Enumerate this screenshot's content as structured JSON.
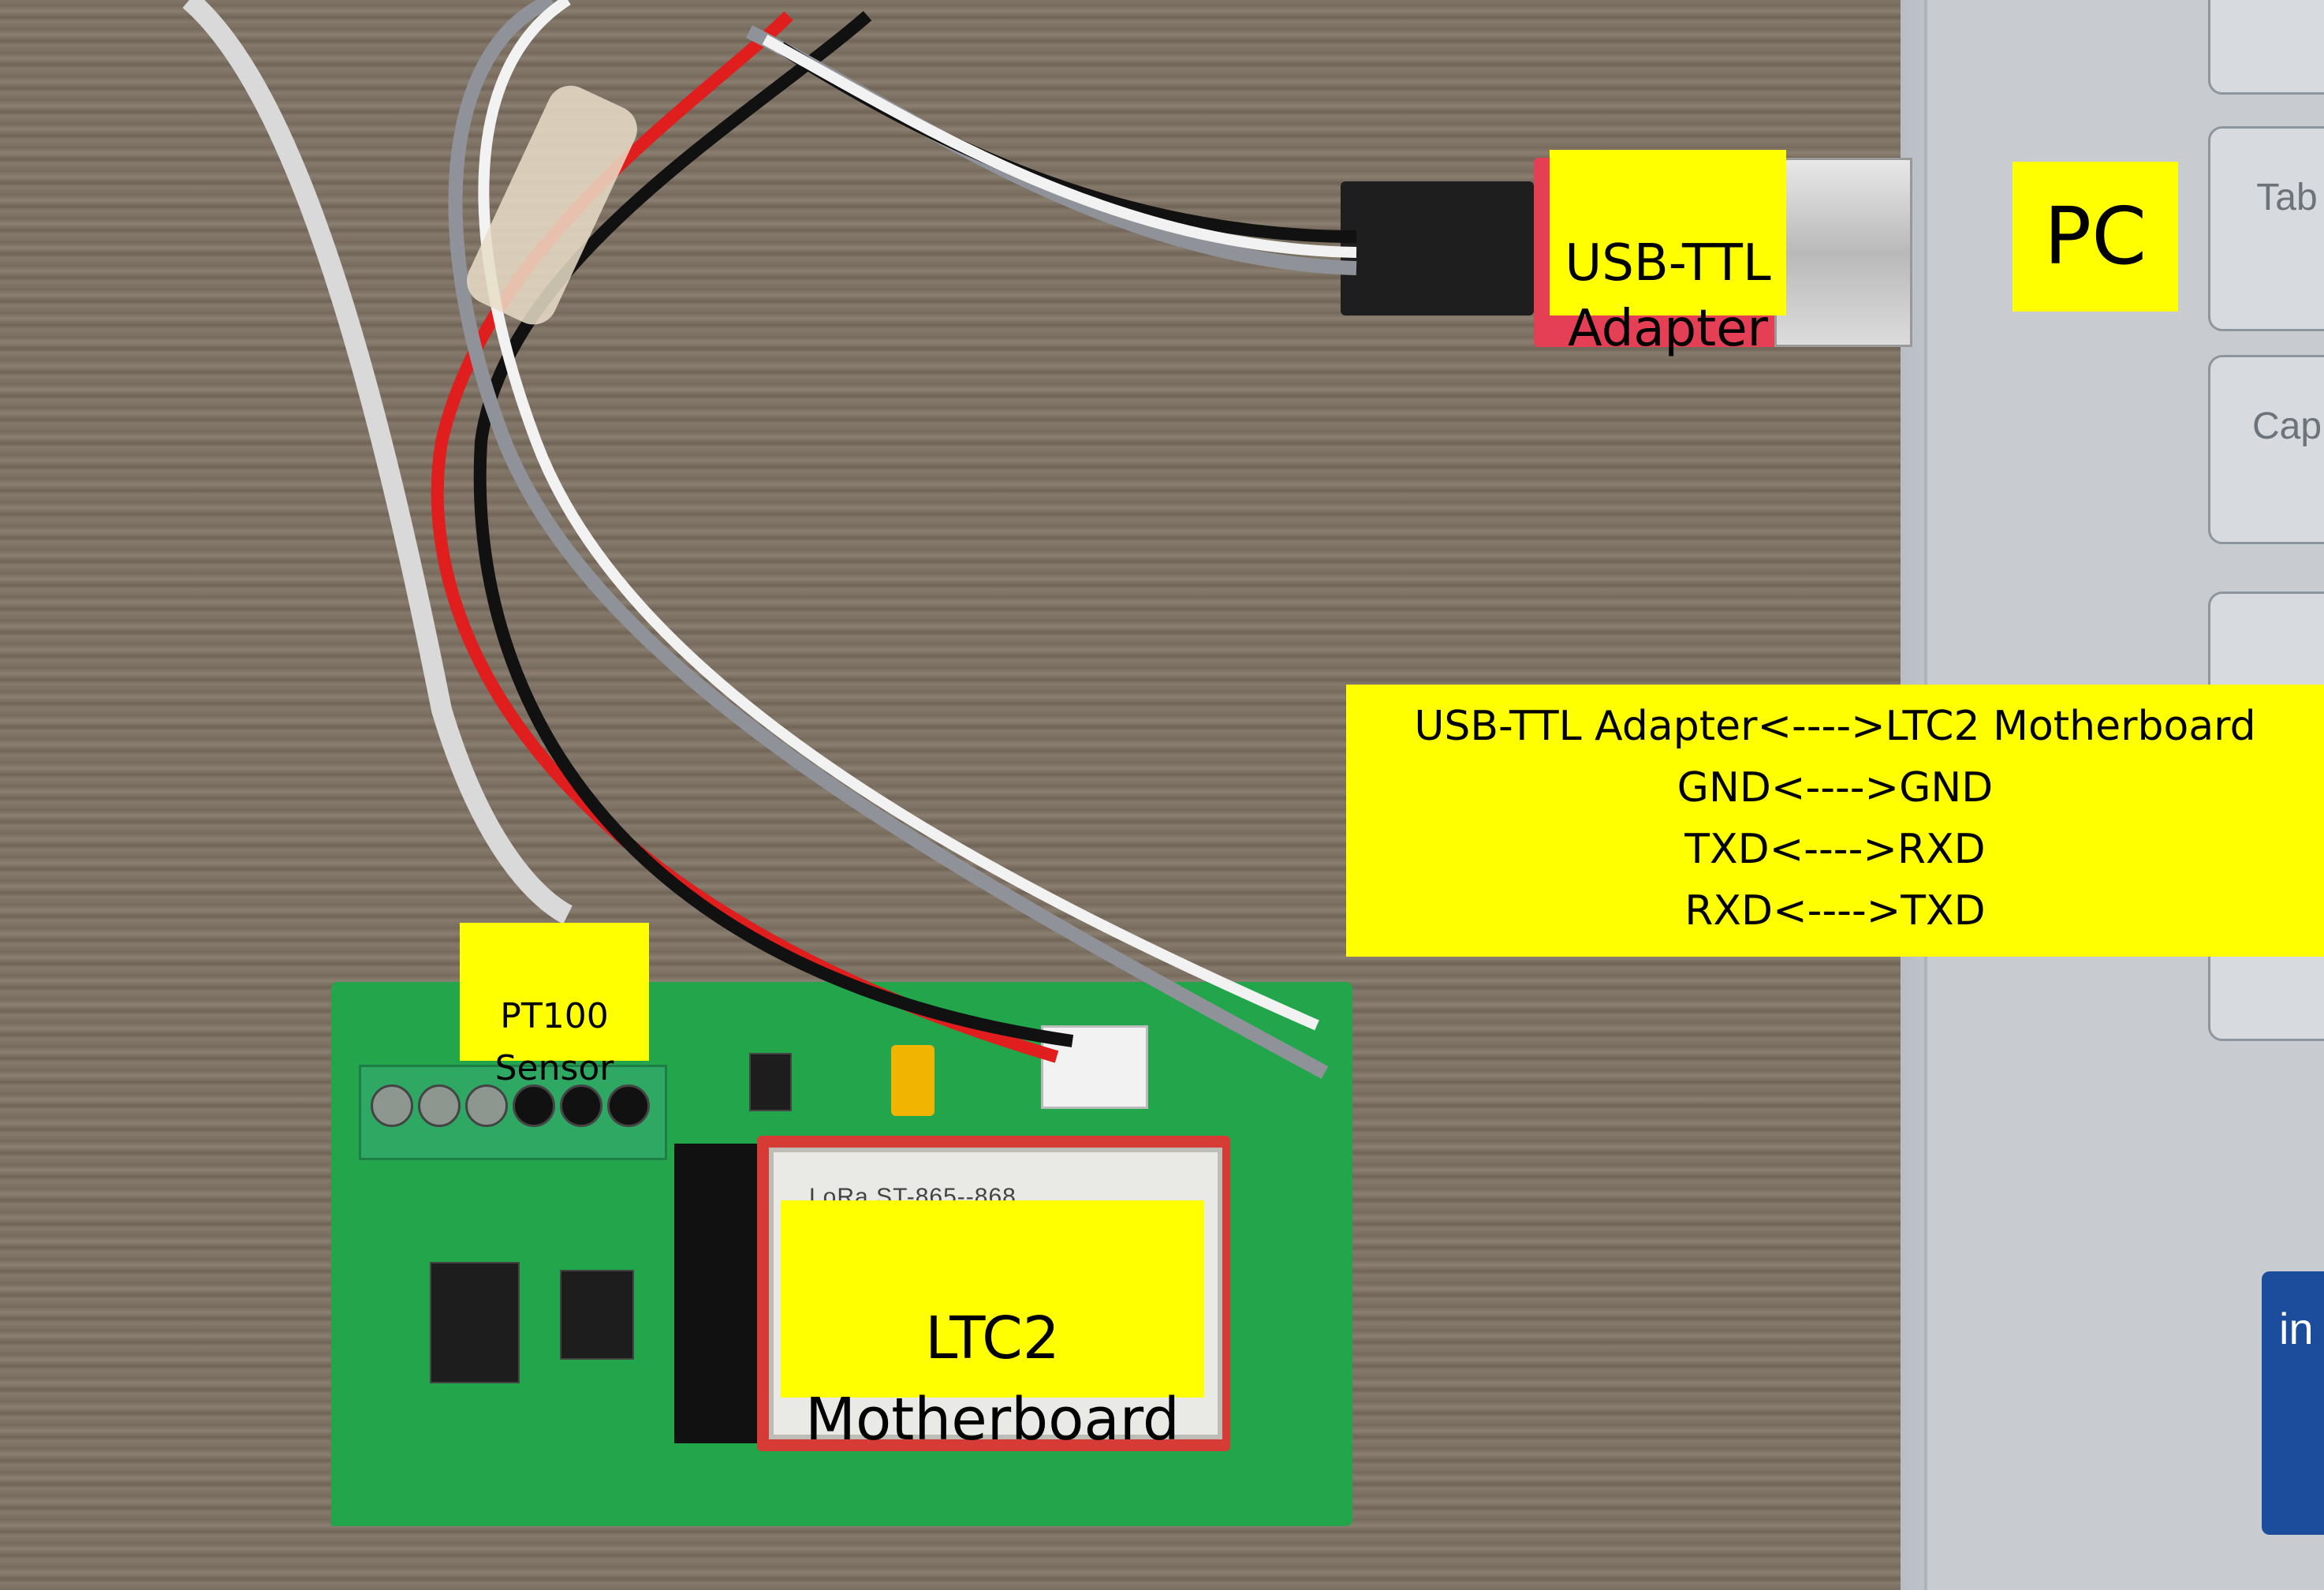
{
  "labels": {
    "pc": "PC",
    "usb_ttl_adapter": "USB-TTL\nAdapter",
    "wiring_title": "USB-TTL Adapter<---->LTC2 Motherboard",
    "wiring_gnd": "GND<---->GND",
    "wiring_txd": "TXD<---->RXD",
    "wiring_rxd": "RXD<---->TXD",
    "pt100_sensor": "PT100\nSensor",
    "ltc2_motherboard": "LTC2\nMotherboard"
  },
  "photo_text": {
    "keys": [
      "Tab",
      "Cap",
      ""
    ],
    "badge": "in",
    "module_print": "LoRa ST-865--868"
  },
  "colors": {
    "label_bg": "#ffff00",
    "pcb_green": "#23a54b",
    "wire_red": "#e01e1e",
    "wire_black": "#111111",
    "wire_grey": "#8f9399",
    "wire_white": "#f2f2f2"
  }
}
